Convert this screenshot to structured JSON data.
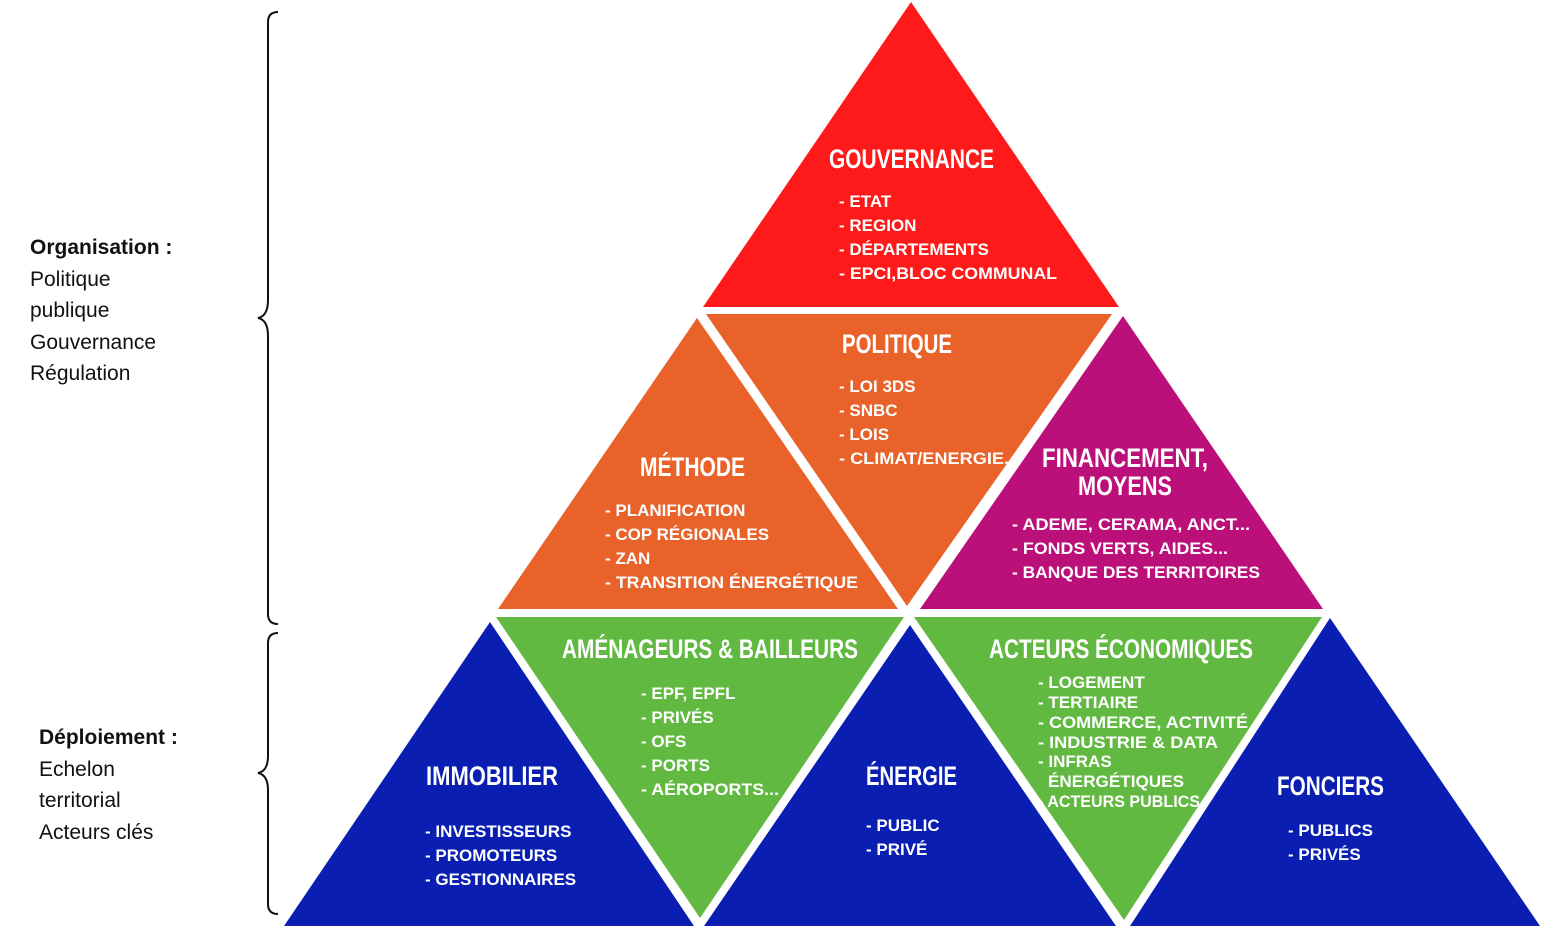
{
  "side_labels": {
    "organisation": {
      "title": "Organisation :",
      "lines": [
        "Politique",
        "publique",
        "Gouvernance",
        "Régulation"
      ]
    },
    "deploiement": {
      "title": "Déploiement :",
      "lines": [
        "Echelon",
        "territorial",
        "Acteurs clés"
      ]
    }
  },
  "colors": {
    "red": "#fe1a1a",
    "orange": "#e8622a",
    "magenta": "#bb0f7a",
    "blue": "#0a1fb2",
    "green": "#62b942"
  },
  "blocks": {
    "gouvernance": {
      "title": "GOUVERNANCE",
      "items": [
        "- ETAT",
        "- REGION",
        "- DÉPARTEMENTS",
        "- EPCI,BLOC COMMUNAL"
      ]
    },
    "politique": {
      "title": "POLITIQUE",
      "items": [
        "- LOI 3DS",
        "- SNBC",
        "- LOIS",
        "- CLIMAT/ENERGIE."
      ]
    },
    "methode": {
      "title": "MÉTHODE",
      "items": [
        "- PLANIFICATION",
        "- COP RÉGIONALES",
        "- ZAN",
        "- TRANSITION ÉNERGÉTIQUE"
      ]
    },
    "financement": {
      "title_lines": [
        "FINANCEMENT,",
        "MOYENS"
      ],
      "items": [
        "- ADEME, CERAMA, ANCT...",
        "- FONDS VERTS, AIDES...",
        "- BANQUE DES TERRITOIRES"
      ]
    },
    "amenageurs": {
      "title": "AMÉNAGEURS & BAILLEURS",
      "items": [
        "- EPF, EPFL",
        "- PRIVÉS",
        "- OFS",
        "- PORTS",
        "- AÉROPORTS..."
      ]
    },
    "acteurs": {
      "title": "ACTEURS ÉCONOMIQUES",
      "items": [
        "- LOGEMENT",
        "- TERTIAIRE",
        "- COMMERCE, ACTIVITÉ",
        "- INDUSTRIE & DATA",
        "- INFRAS",
        "ÉNERGÉTIQUES",
        "- ACTEURS PUBLICS"
      ]
    },
    "immobilier": {
      "title": "IMMOBILIER",
      "items": [
        "- INVESTISSEURS",
        "- PROMOTEURS",
        "- GESTIONNAIRES"
      ]
    },
    "energie": {
      "title": "ÉNERGIE",
      "items": [
        "- PUBLIC",
        "- PRIVÉ"
      ]
    },
    "fonciers": {
      "title": "FONCIERS",
      "items": [
        "- PUBLICS",
        "- PRIVÉS"
      ]
    }
  }
}
